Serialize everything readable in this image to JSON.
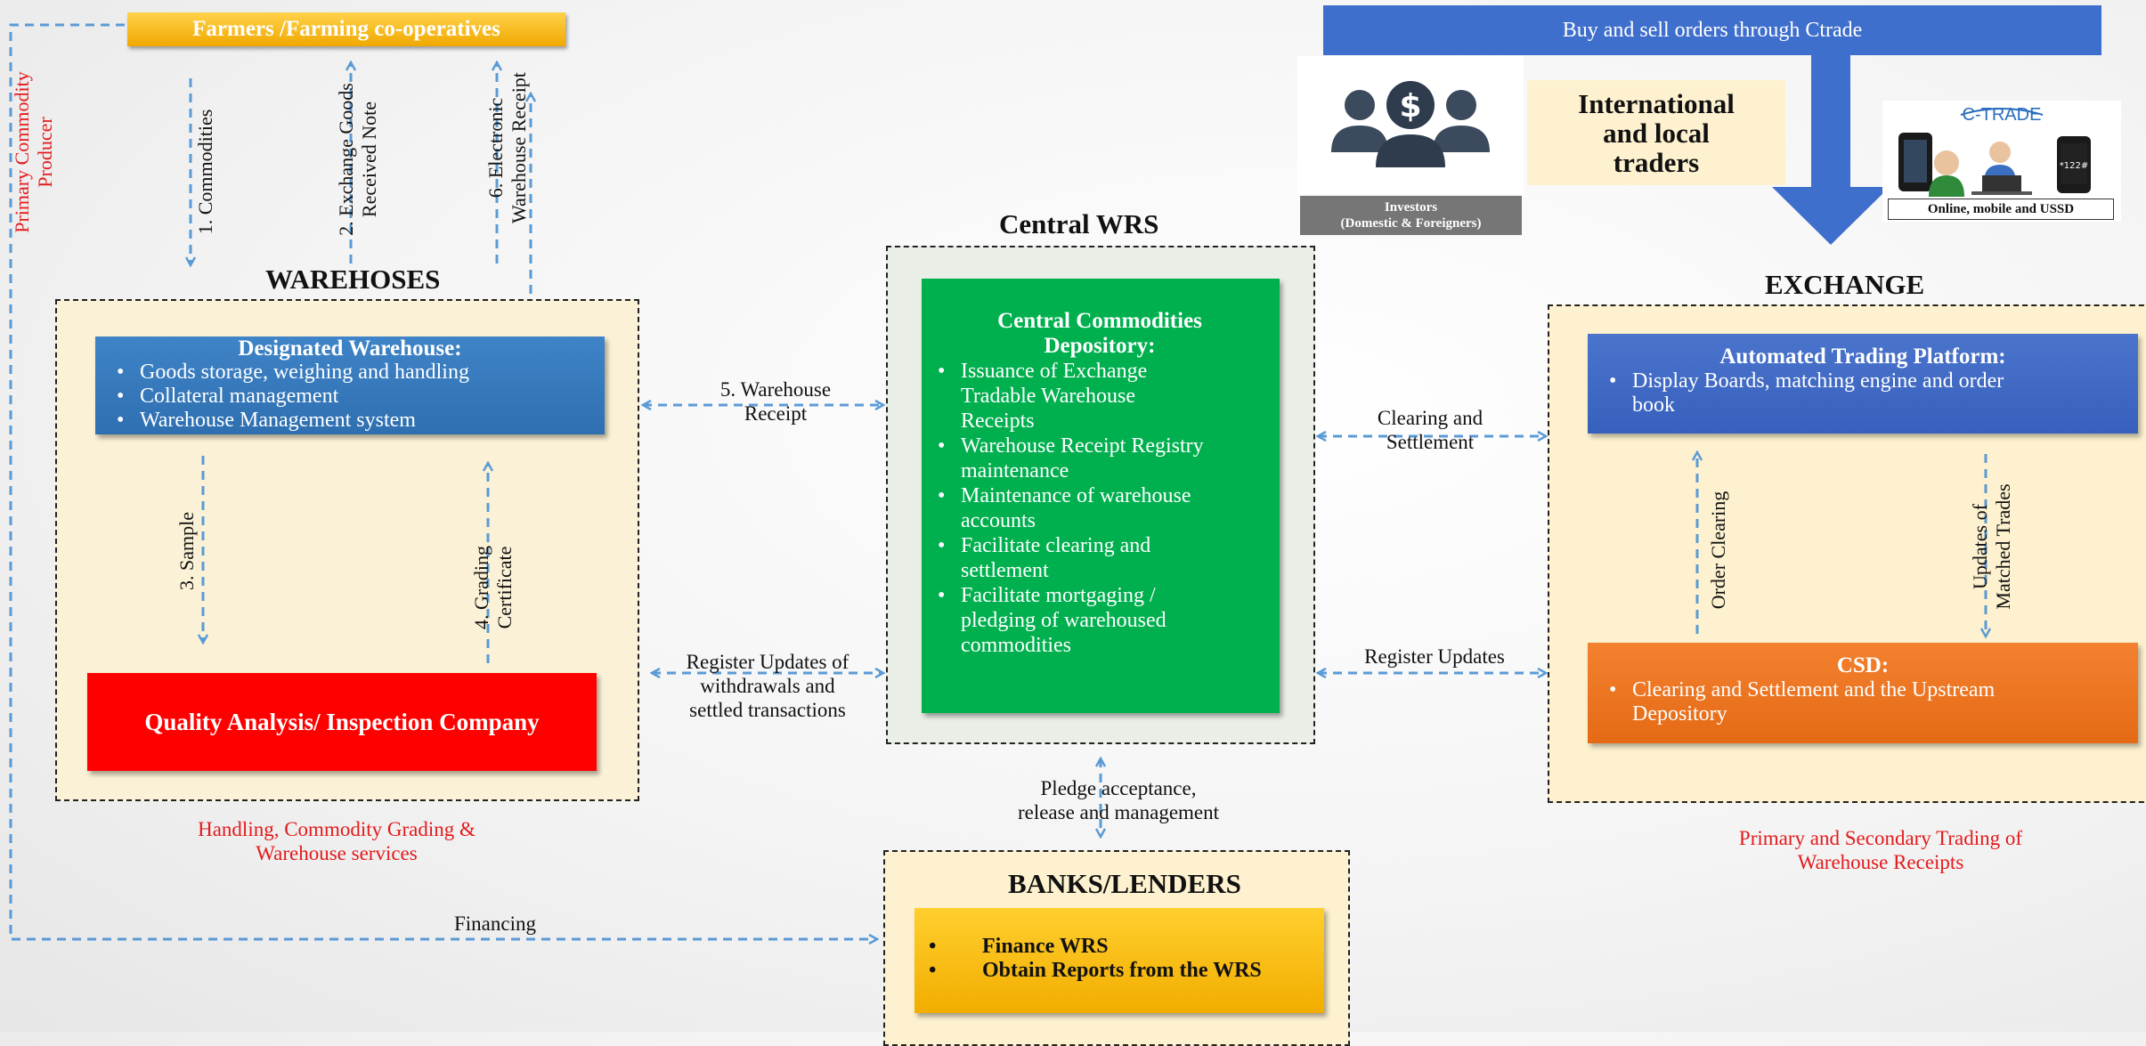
{
  "farmers": "Farmers /Farming co-operatives",
  "primary_producer": [
    "Primary Commodity",
    "Producer"
  ],
  "flow_labels": {
    "commodities": "1. Commodities",
    "exchange_goods": [
      "2. Exchange Goods",
      "Received Note"
    ],
    "sample": "3. Sample",
    "grading": [
      "4. Grading",
      "Certificate"
    ],
    "warehouse_receipt": [
      "5. Warehouse",
      "Receipt"
    ],
    "electronic_receipt": [
      "6. Electronic",
      "Warehouse Receipt"
    ],
    "register_updates_withdrawals": [
      "Register Updates of",
      "withdrawals and",
      "settled transactions"
    ],
    "clearing_settlement": [
      "Clearing and",
      "Settlement"
    ],
    "register_updates": "Register Updates",
    "order_clearing": "Order Clearing",
    "matched_trades": [
      "Updates of",
      "Matched Trades"
    ],
    "pledge": [
      "Pledge acceptance,",
      "release and management"
    ],
    "financing": "Financing"
  },
  "warehouses": {
    "title": "WAREHOSES",
    "designated": {
      "title": "Designated Warehouse:",
      "items": [
        "Goods storage, weighing and handling",
        "Collateral management",
        "Warehouse Management system"
      ]
    },
    "qa": "Quality Analysis/ Inspection Company",
    "caption": [
      "Handling, Commodity Grading &",
      "Warehouse services"
    ]
  },
  "central": {
    "title": "Central WRS",
    "box_title": [
      "Central Commodities",
      "Depository:"
    ],
    "items": [
      [
        "Issuance  of  Exchange",
        "Tradable Warehouse",
        "Receipts"
      ],
      [
        "Warehouse Receipt Registry",
        "maintenance"
      ],
      [
        "Maintenance of warehouse",
        "accounts"
      ],
      [
        "Facilitate clearing and",
        "settlement"
      ],
      [
        "Facilitate mortgaging /",
        "pledging of warehoused",
        "commodities"
      ]
    ]
  },
  "exchange": {
    "title": "EXCHANGE",
    "atp": {
      "title": "Automated Trading Platform:",
      "items": [
        [
          "Display Boards, matching engine and order",
          "book"
        ]
      ]
    },
    "csd": {
      "title": "CSD:",
      "items": [
        [
          "Clearing and Settlement and the Upstream",
          "Depository"
        ]
      ]
    },
    "caption": [
      "Primary and Secondary Trading of",
      "Warehouse Receipts"
    ]
  },
  "banks": {
    "title": "BANKS/LENDERS",
    "items": [
      "Finance WRS",
      "Obtain Reports from the WRS"
    ]
  },
  "top": {
    "buy_sell": "Buy and sell orders through Ctrade",
    "investors": [
      "Investors",
      "(Domestic & Foreigners)"
    ],
    "traders": [
      "International",
      "and local",
      "traders"
    ],
    "ctrade_logo": "C-TRADE",
    "ctrade_caption": "Online, mobile and USSD",
    "ussd": "*122#"
  },
  "colors": {
    "arrow": "#5b9bd5",
    "red": "#e31a1c",
    "green": "#00b04f",
    "blue": "#2e6fb0",
    "orange": "#e56a15",
    "gold": "#f2ad00"
  }
}
